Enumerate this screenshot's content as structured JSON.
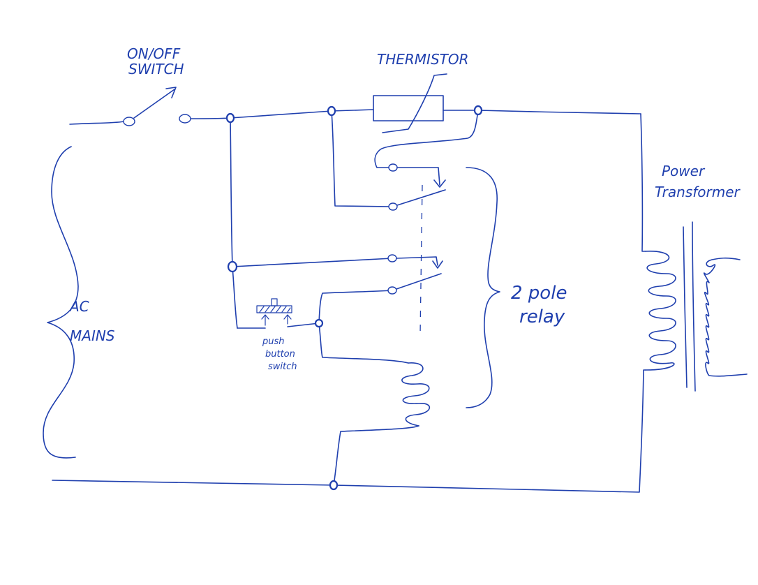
{
  "ink_color": "#1f3fae",
  "labels": {
    "switch_line1": "ON/OFF",
    "switch_line2": "SWITCH",
    "thermistor": "THERMISTOR",
    "transformer_line1": "Power",
    "transformer_line2": "Transformer",
    "mains_line1": "AC",
    "mains_line2": "MAINS",
    "relay_line1": "2 pole",
    "relay_line2": "relay",
    "push_line1": "push",
    "push_line2": "button",
    "push_line3": "switch"
  }
}
